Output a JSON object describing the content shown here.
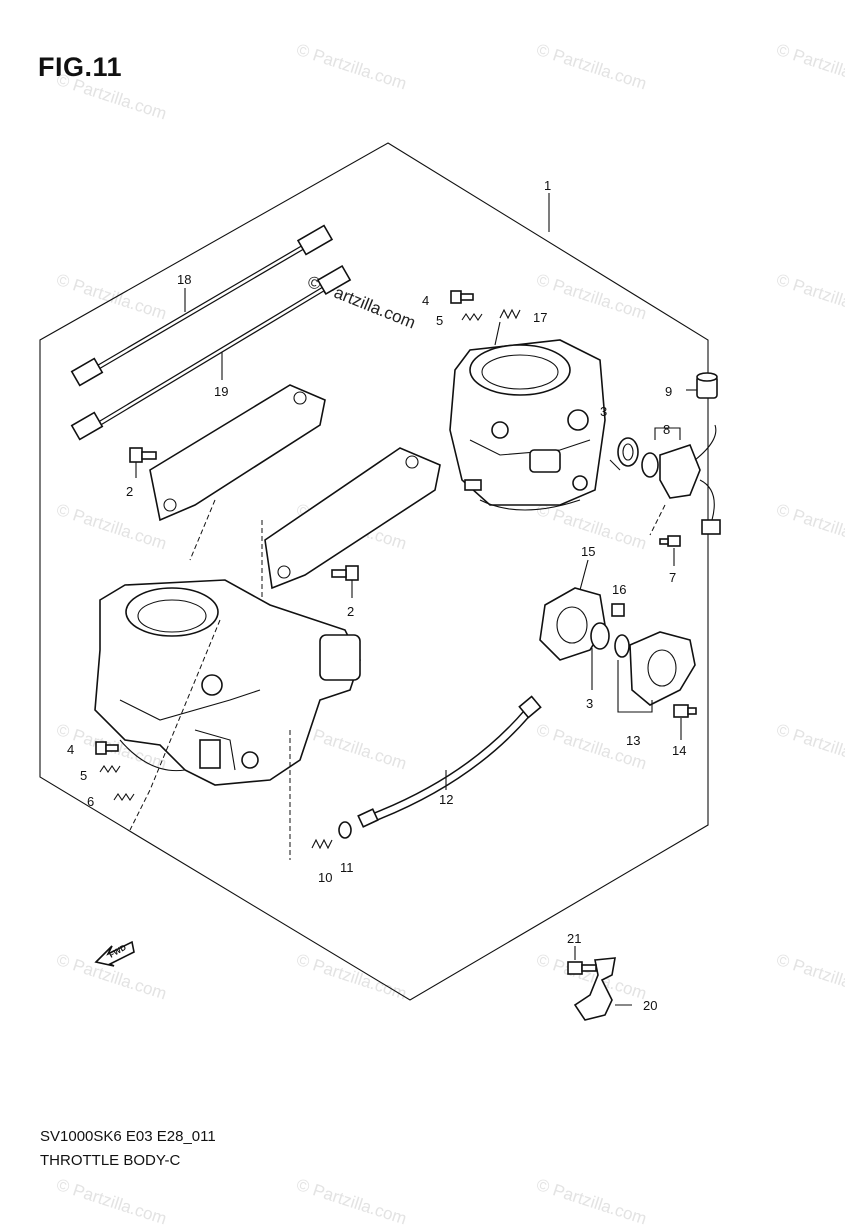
{
  "figure": {
    "title": "FIG.11"
  },
  "footer": {
    "code": "SV1000SK6 E03 E28_011",
    "name": "THROTTLE BODY-C"
  },
  "watermark": {
    "text": "© Partzilla.com"
  },
  "fwd_label": "FWD",
  "callouts": [
    {
      "id": "c1",
      "label": "1"
    },
    {
      "id": "c18",
      "label": "18"
    },
    {
      "id": "c19",
      "label": "19"
    },
    {
      "id": "c4a",
      "label": "4"
    },
    {
      "id": "c5a",
      "label": "5"
    },
    {
      "id": "c17",
      "label": "17"
    },
    {
      "id": "c9",
      "label": "9"
    },
    {
      "id": "c3a",
      "label": "3"
    },
    {
      "id": "c8",
      "label": "8"
    },
    {
      "id": "c2a",
      "label": "2"
    },
    {
      "id": "c7",
      "label": "7"
    },
    {
      "id": "c2b",
      "label": "2"
    },
    {
      "id": "c15",
      "label": "15"
    },
    {
      "id": "c16",
      "label": "16"
    },
    {
      "id": "c3b",
      "label": "3"
    },
    {
      "id": "c13",
      "label": "13"
    },
    {
      "id": "c14",
      "label": "14"
    },
    {
      "id": "c4b",
      "label": "4"
    },
    {
      "id": "c5b",
      "label": "5"
    },
    {
      "id": "c6",
      "label": "6"
    },
    {
      "id": "c12",
      "label": "12"
    },
    {
      "id": "c10",
      "label": "10"
    },
    {
      "id": "c11",
      "label": "11"
    },
    {
      "id": "c21",
      "label": "21"
    },
    {
      "id": "c20",
      "label": "20"
    }
  ]
}
